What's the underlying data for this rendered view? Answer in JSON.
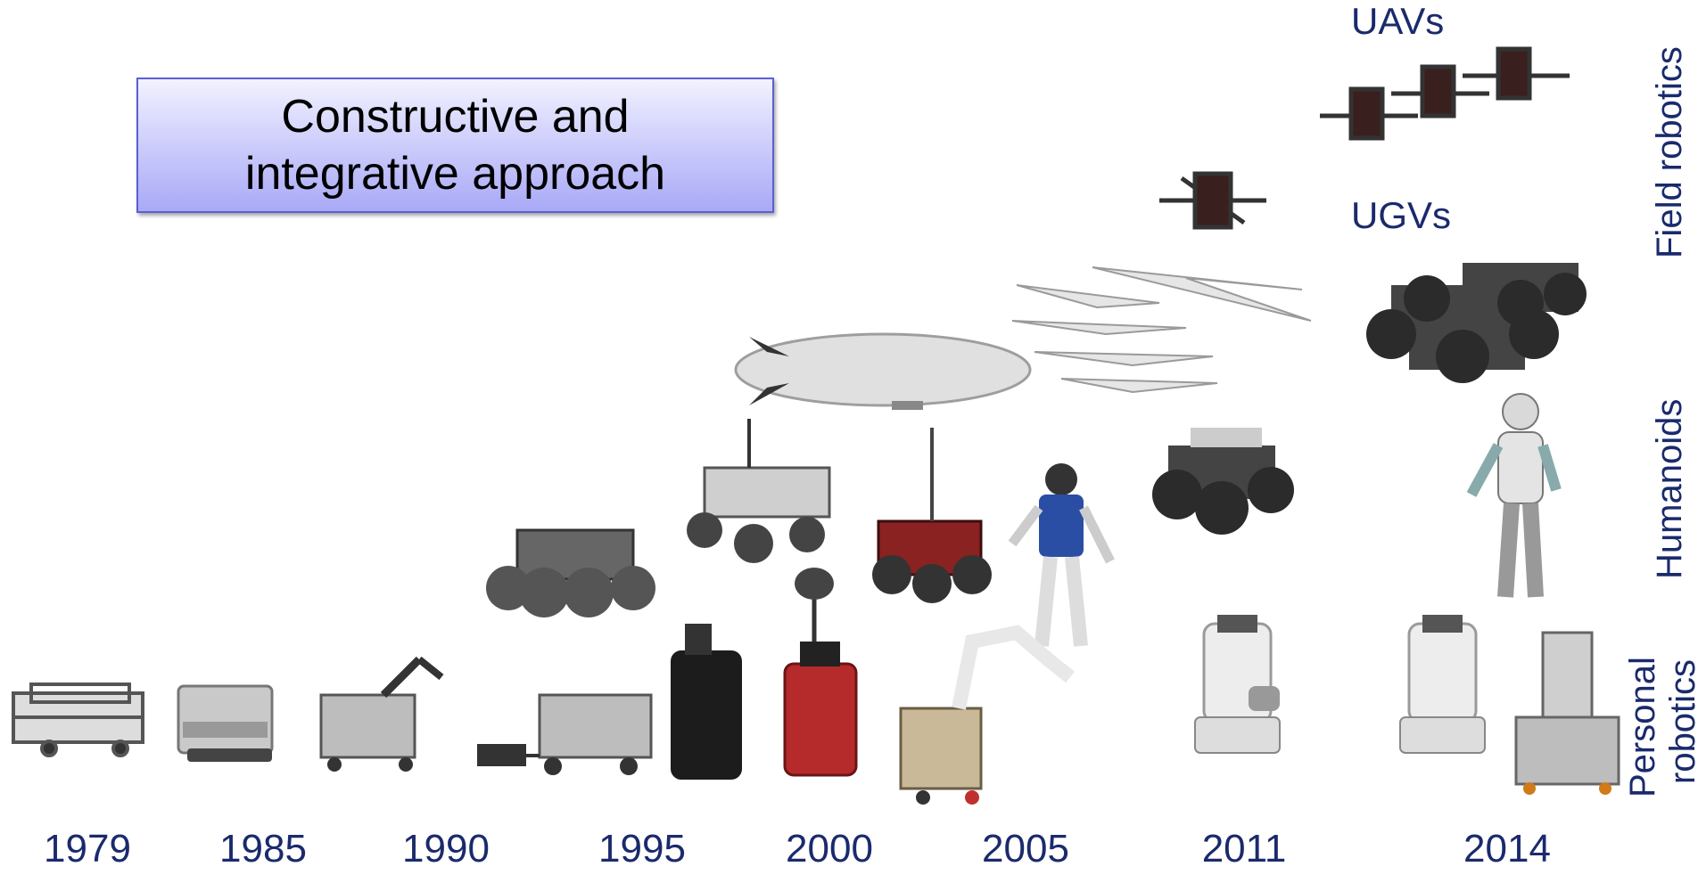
{
  "box": {
    "text": "Constructive and\nintegrative approach"
  },
  "years": [
    "1979",
    "1985",
    "1990",
    "1995",
    "2000",
    "2005",
    "2011",
    "2014"
  ],
  "class_labels": {
    "uavs": "UAVs",
    "ugvs": "UGVs"
  },
  "side_labels": {
    "field": "Field robotics",
    "humanoids": "Humanoids",
    "personal_line1": "Personal",
    "personal_line2": "robotics"
  },
  "colors": {
    "label_blue": "#1a2a6c",
    "box_border": "#5a5fd6",
    "box_fill_light": "#f2f2ff",
    "box_fill_dark": "#a9a9f7"
  }
}
